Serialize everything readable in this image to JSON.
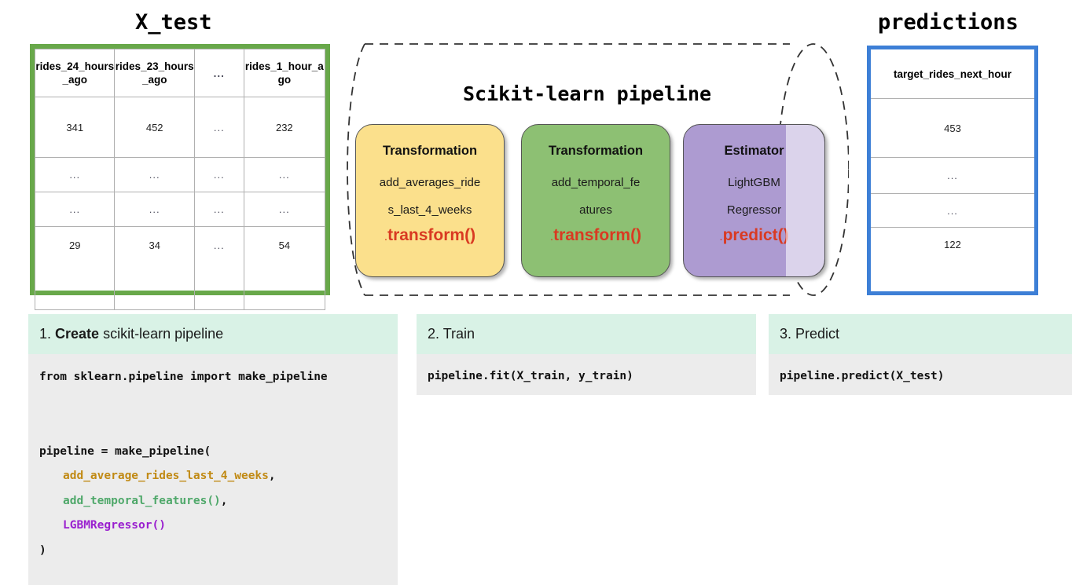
{
  "titles": {
    "xtest": "X_test",
    "predictions": "predictions"
  },
  "xtest_table": {
    "name": "X_test",
    "border_color": "#68a84a",
    "columns": [
      "rides_24_hours_ago",
      "rides_23_hours_ago",
      "...",
      "rides_1_hour_ago"
    ],
    "rows": [
      [
        "341",
        "452",
        "...",
        "232"
      ],
      [
        "...",
        "...",
        "...",
        "..."
      ],
      [
        "...",
        "...",
        "...",
        "..."
      ],
      [
        "29",
        "34",
        "...",
        "54"
      ]
    ]
  },
  "predictions_table": {
    "name": "predictions",
    "border_color": "#3d7fd6",
    "column": "target_rides_next_hour",
    "rows": [
      "453",
      "...",
      "...",
      "122"
    ]
  },
  "pipeline": {
    "title": "Scikit-learn pipeline",
    "boundary_style": "dashed",
    "stages": [
      {
        "kind": "Transformation",
        "name": "add_averages_rides_last_4_weeks",
        "name_line_1": "add_averages_ride",
        "name_line_2": "s_last_4_weeks",
        "method_dot": ".",
        "method": "transform()",
        "color": "#fbe08c",
        "method_color": "#d93a22"
      },
      {
        "kind": "Transformation",
        "name": "add_temporal_features",
        "name_line_1": "add_temporal_fe",
        "name_line_2": "atures",
        "method_dot": ".",
        "method": "transform()",
        "color": "#8dc073",
        "method_color": "#d93a22"
      },
      {
        "kind": "Estimator",
        "name": "LightGBMRegressor",
        "name_line_1": "LightGBM",
        "name_line_2": "Regressor",
        "method_dot": ".",
        "method": "predict()",
        "color": "#ad9bd1",
        "method_color": "#d93a22"
      }
    ]
  },
  "steps": [
    {
      "number": "1.",
      "head_bold": "Create",
      "head_rest": " scikit-learn pipeline",
      "code_lines": [
        "from sklearn.pipeline import make_pipeline",
        "",
        "",
        "pipeline = make_pipeline(",
        "    add_average_rides_last_4_weeks,",
        "    add_temporal_features(),",
        "    LGBMRegressor()",
        ")"
      ],
      "code_import": "from sklearn.pipeline import make_pipeline",
      "code_assign": "pipeline = make_pipeline(",
      "code_arg1": "add_average_rides_last_4_weeks",
      "code_arg1_comma": ",",
      "code_arg2": "add_temporal_features()",
      "code_arg2_comma": ",",
      "code_arg3": "LGBMRegressor()",
      "code_close": ")"
    },
    {
      "number": "2.",
      "head_bold": "",
      "head_rest": " Train",
      "code": "pipeline.fit(X_train, y_train)"
    },
    {
      "number": "3.",
      "head_bold": "",
      "head_rest": " Predict",
      "code": "pipeline.predict(X_test)"
    }
  ],
  "colors": {
    "header_band": "#d9f2e6",
    "code_band": "#ececec",
    "accent_red": "#d93a22",
    "token_orange": "#c18a14",
    "token_green": "#4fa86a",
    "token_purple": "#9a20cf"
  }
}
